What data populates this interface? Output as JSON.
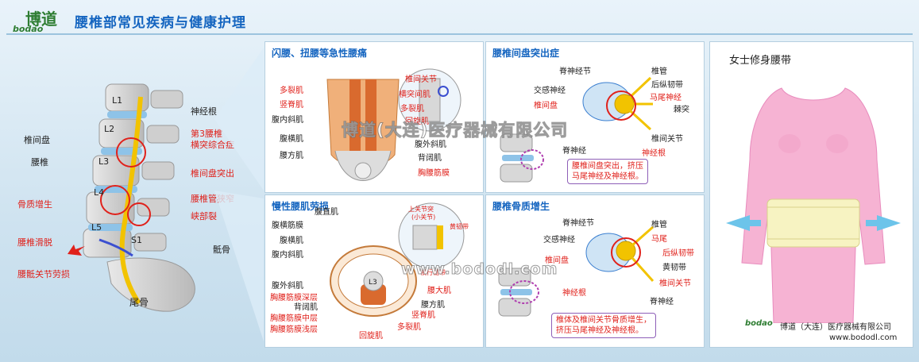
{
  "header": {
    "logo_chinese": "博道",
    "logo_english": "bodao",
    "title": "腰椎部常见疾病与健康护理"
  },
  "spine": {
    "vertebrae": [
      "L1",
      "L2",
      "L3",
      "L4",
      "L5",
      "S1"
    ],
    "labels_black": {
      "nerve_root": "神经根",
      "disc": "椎间盘",
      "lumbar": "腰椎",
      "sacrum": "骶骨",
      "coccyx": "尾骨"
    },
    "labels_red": {
      "l3_syndrome_1": "第3腰椎",
      "l3_syndrome_2": "横突综合症",
      "herniation": "椎间盘突出",
      "stenosis": "腰椎管狭窄",
      "isthmus": "峡部裂",
      "osteophyte": "骨质增生",
      "spondylolisthesis": "腰椎滑脱",
      "facet_injury": "腰骶关节劳损"
    }
  },
  "panel_acute": {
    "title": "闪腰、扭腰等急性腰痛",
    "left_red": [
      "多裂肌",
      "竖脊肌"
    ],
    "left_black": [
      "腹内斜肌",
      "腹横肌",
      "腰方肌"
    ],
    "inset_red": [
      "椎间关节",
      "横突间肌",
      "多裂肌",
      "回旋肌"
    ],
    "right_black": [
      "腹外斜肌",
      "背阔肌"
    ],
    "right_red": [
      "胸腰筋膜"
    ]
  },
  "panel_chronic": {
    "title": "慢性腰肌劳损",
    "left_black": [
      "腹直肌",
      "腹横筋膜",
      "腹横肌",
      "腹内斜肌",
      "腹外斜肌",
      "背阔肌"
    ],
    "left_red": [
      "胸腰筋膜深层",
      "胸腰筋膜中层",
      "胸腰筋膜浅层"
    ],
    "bottom_red": [
      "回旋肌",
      "多裂肌"
    ],
    "right_black": [
      "腰方肌"
    ],
    "right_red": [
      "腰大肌",
      "竖脊肌"
    ],
    "inset": [
      "上关节突",
      "(小关节)",
      "黄韧带",
      "横行韧带"
    ],
    "vertebra_tag": "L3"
  },
  "panel_herniation": {
    "title": "腰椎间盘突出症",
    "labels_black": [
      "脊神经节",
      "交感神经",
      "椎管",
      "后纵韧带",
      "棘突",
      "椎间关节",
      "脊神经"
    ],
    "labels_red": [
      "椎间盘",
      "马尾神经",
      "神经根"
    ],
    "note_line1": "腰椎间盘突出，挤压",
    "note_line2": "马尾神经及神经根。"
  },
  "panel_osteophyte": {
    "title": "腰椎骨质增生",
    "labels_black": [
      "脊神经节",
      "交感神经",
      "椎管",
      "黄韧带",
      "脊神经"
    ],
    "labels_red": [
      "马尾",
      "后纵韧带",
      "椎间盘",
      "椎间关节",
      "神经根"
    ],
    "note_line1": "椎体及椎间关节骨质增生，",
    "note_line2": "挤压马尾神经及神经根。"
  },
  "product": {
    "title": "女士修身腰带",
    "brand_en": "bodao",
    "brand_zh": "博道（大连）医疗器械有限公司",
    "website": "www.bododl.com"
  },
  "watermarks": {
    "company": "博道(大连)医疗器械有限公司",
    "url": "www.bododl.com"
  }
}
